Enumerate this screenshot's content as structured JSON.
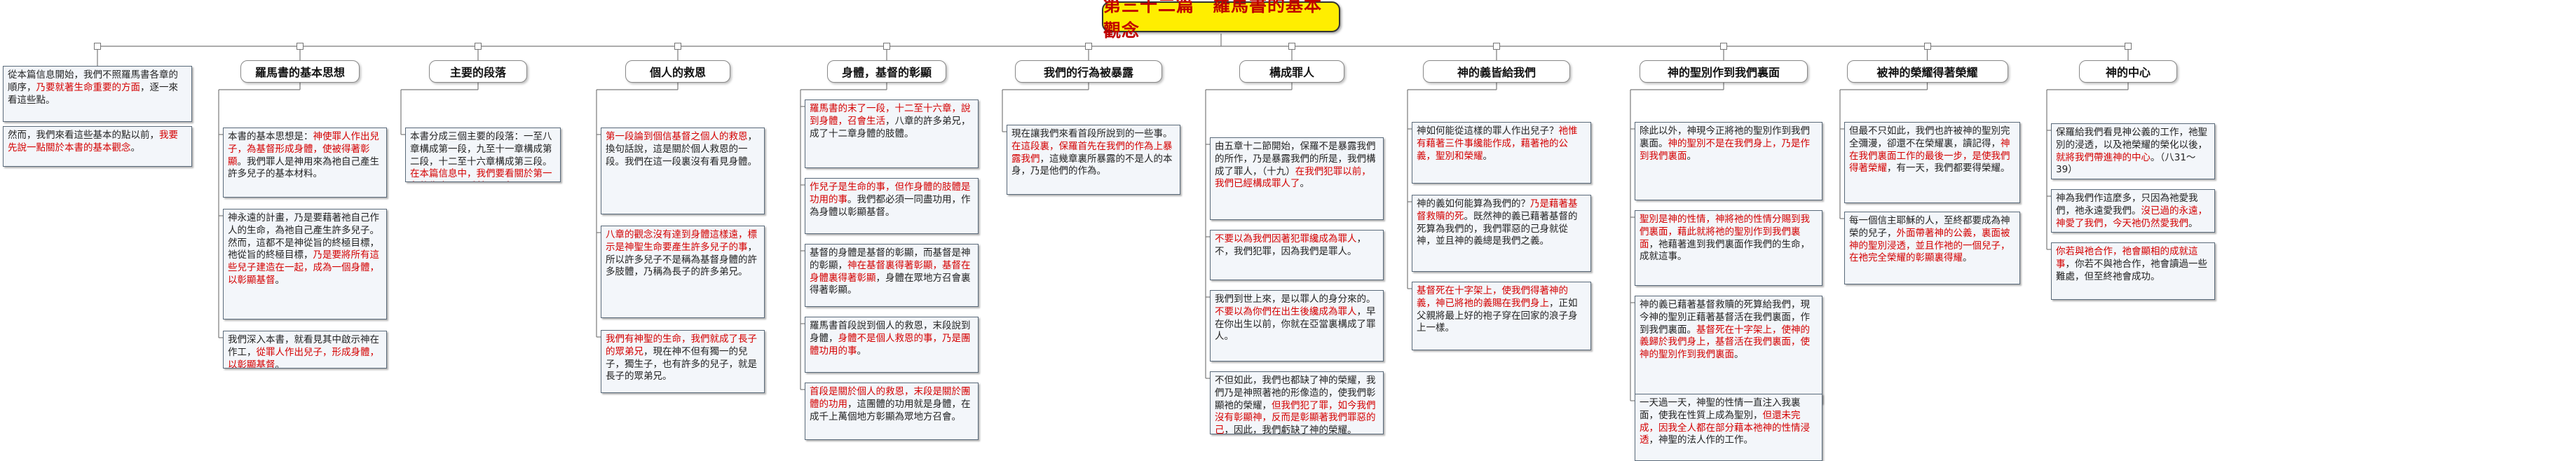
{
  "title": "第三十二篇　羅馬書的基本觀念",
  "columns": [
    {
      "header": "",
      "boxes": [
        {
          "parts": [
            {
              "t": "從本篇信息開始，我們不照羅馬書各章的順序，"
            },
            {
              "t": "乃要就著生命重要的方面",
              "h": true
            },
            {
              "t": "，逐一來看這些點。"
            }
          ]
        },
        {
          "parts": [
            {
              "t": "然而，我們來看這些基本的點以前，"
            },
            {
              "t": "我要先說一點關於本書的基本觀念",
              "h": true
            },
            {
              "t": "。"
            }
          ]
        }
      ]
    },
    {
      "header": "羅馬書的基本思想",
      "boxes": [
        {
          "parts": [
            {
              "t": "本書的基本思想是："
            },
            {
              "t": "神使罪人作出兒子，為基督形成身體，使被得著彰顯",
              "h": true
            },
            {
              "t": "。我們罪人是神用來為祂自己產生許多兒子的基本材料。"
            }
          ]
        },
        {
          "parts": [
            {
              "t": "神永遠的計畫，乃是要藉著祂自己作人的生命，為祂自己產生許多兒子。然而，這都不是神從旨的終極目標，祂從旨的終極目標，"
            },
            {
              "t": "乃是要將所有這些兒子建造在一起，成為一個身體，以彰顯基督",
              "h": true
            },
            {
              "t": "。"
            }
          ]
        },
        {
          "parts": [
            {
              "t": "我們深入本書，就看見其中啟示神在作工，"
            },
            {
              "t": "從罪人作出兒子，形成身體，以彰顯基督",
              "h": true
            },
            {
              "t": "。"
            }
          ]
        }
      ]
    },
    {
      "header": "主要的段落",
      "boxes": [
        {
          "parts": [
            {
              "t": "本書分成三個主要的段落：一至八章構成第一段，九至十一章構成第二段，十二至十六章構成第三段。"
            },
            {
              "t": "在本篇信息中，我們要看關於第一段的生命，只看首尾二段",
              "h": true
            },
            {
              "t": "。"
            }
          ]
        }
      ]
    },
    {
      "header": "個人的救恩",
      "boxes": [
        {
          "parts": [
            {
              "t": "第一段論到個信基督之個人的救恩",
              "h": true
            },
            {
              "t": "，換句話說，這是關於個人救恩的一段。我們在這一段裏沒有看見身體。"
            }
          ]
        },
        {
          "parts": [
            {
              "t": "八章的觀念沒有達到身體這樣遠，標示是神聖生命要產生許多兒子的事",
              "h": true
            },
            {
              "t": "，所以許多兒子不是稱為基督身體的許多肢體，乃稱為長子的許多弟兄。"
            }
          ]
        },
        {
          "parts": [
            {
              "t": "我們有神聖的生命，我們就成了長子的眾弟兄",
              "h": true
            },
            {
              "t": "，現在神不但有獨一的兒子，獨生子，也有許多的兒子，就是長子的眾弟兄。"
            }
          ]
        }
      ]
    },
    {
      "header": "身體，基督的彰顯",
      "boxes": [
        {
          "parts": [
            {
              "t": "羅馬書的末了一段，十二至十六章，說到身體，召會生活",
              "h": true
            },
            {
              "t": "，八章的許多弟兄，成了十二章身體的肢體。"
            }
          ]
        },
        {
          "parts": [
            {
              "t": "作兒子是生命的事，但作身體的肢體是功用的事",
              "h": true
            },
            {
              "t": "。我們都必須一同盡功用，作為身體以彰顯基督。"
            }
          ]
        },
        {
          "parts": [
            {
              "t": "基督的身體是基督的彰顯，而基督是神的彰顯，"
            },
            {
              "t": "神在基督裏得著彰顯，基督在身體裏得著彰顯",
              "h": true
            },
            {
              "t": "，身體在眾地方召會裏得著彰顯。"
            }
          ]
        },
        {
          "parts": [
            {
              "t": "羅馬書首段說到個人的救恩，末段說到身體，"
            },
            {
              "t": "身體不是個人救恩的事，乃是團體功用的事",
              "h": true
            },
            {
              "t": "。"
            }
          ]
        },
        {
          "parts": [
            {
              "t": "首段是關於個人的救恩，末段是關於團體的功用",
              "h": true
            },
            {
              "t": "，這團體的功用就是身體，在成千上萬個地方彰顯為眾地方召會。"
            }
          ]
        }
      ]
    },
    {
      "header": "我們的行為被暴露",
      "boxes": [
        {
          "parts": [
            {
              "t": "現在讓我們來看首段所說到的一些事。"
            },
            {
              "t": "在這段裏，保羅首先在我們的作為上暴露我們",
              "h": true
            },
            {
              "t": "，這幾章裏所暴露的不是人的本身，乃是他們的作為。"
            }
          ]
        }
      ]
    },
    {
      "header": "構成罪人",
      "boxes": [
        {
          "parts": [
            {
              "t": "由五章十二節開始，保羅不是暴露我們的所作，乃是暴露我們的所是，我們構成了罪人，（十九）"
            },
            {
              "t": "在我們犯罪以前，我們已經構成罪人了",
              "h": true
            },
            {
              "t": "。"
            }
          ]
        },
        {
          "parts": [
            {
              "t": "不要以為我們因著犯罪纔成為罪人",
              "h": true
            },
            {
              "t": "，不，我們犯罪，因為我們是罪人。"
            }
          ]
        },
        {
          "parts": [
            {
              "t": "我們到世上來，是以罪人的身分來的。"
            },
            {
              "t": "不要以為你們在出生後纔成為罪人",
              "h": true
            },
            {
              "t": "，早在你出生以前，你就在亞當裏構成了罪人。"
            }
          ]
        },
        {
          "parts": [
            {
              "t": "不但如此，我們也都缺了神的榮耀，我們乃是神照著祂的形像造的，使我們彰顯祂的榮耀，"
            },
            {
              "t": "但我們犯了罪，如今我們沒有彰顯神，反而是彰顯著我們罪惡的己",
              "h": true
            },
            {
              "t": "，因此，我們虧缺了神的榮耀。"
            }
          ]
        }
      ]
    },
    {
      "header": "神的義皆給我們",
      "boxes": [
        {
          "parts": [
            {
              "t": "神如何能從這樣的罪人作出兒子？"
            },
            {
              "t": "祂惟有藉著三件事纔能作成，藉著祂的公義，聖別和榮耀",
              "h": true
            },
            {
              "t": "。"
            }
          ]
        },
        {
          "parts": [
            {
              "t": "神的義如何能算為我們的？"
            },
            {
              "t": "乃是藉著基督救贖的死",
              "h": true
            },
            {
              "t": "。既然神的義已藉著基督的死算為我們的，我們罪惡的己身就從神，並且神的義總是我們之義。"
            }
          ]
        },
        {
          "parts": [
            {
              "t": "基督死在十字架上，使我們得著神的義，神已將祂的義賜在我們身上",
              "h": true
            },
            {
              "t": "，正如父親將最上好的袍子穿在回家的浪子身上一樣。"
            }
          ]
        }
      ]
    },
    {
      "header": "神的聖別作到我們裏面",
      "boxes": [
        {
          "parts": [
            {
              "t": "除此以外，神現今正將祂的聖別作到我們裏面。"
            },
            {
              "t": "神的聖別不是在我們身上，乃是作到我們裏面",
              "h": true
            },
            {
              "t": "。"
            }
          ]
        },
        {
          "parts": [
            {
              "t": "聖別是神的性情，神將祂的性情分賜到我們裏面，藉此就將祂的聖別作到我們裏面",
              "h": true
            },
            {
              "t": "，祂藉著進到我們裏面作我們的生命，成就這事。"
            }
          ]
        },
        {
          "parts": [
            {
              "t": "神的義已藉著基督救贖的死算給我們，現今神的聖別正藉著基督活在我們裏面，作到我們裏面。"
            },
            {
              "t": "基督死在十字架上，使神的義歸於我們身上，基督活在我們裏面，使神的聖別作到我們裏面",
              "h": true
            },
            {
              "t": "。"
            }
          ]
        },
        {
          "parts": [
            {
              "t": "一天過一天，神聖的性情一直注入我裏面，使我在性質上成為聖別，"
            },
            {
              "t": "但還未完成，因我全人都在部分藉本祂神的性情浸透",
              "h": true
            },
            {
              "t": "，神聖的法人作的工作。"
            }
          ]
        }
      ]
    },
    {
      "header": "被神的榮耀得著榮耀",
      "boxes": [
        {
          "parts": [
            {
              "t": "但最不只如此，我們也許被神的聖別完全彌漫，卻還不在榮耀裏，讀記得，"
            },
            {
              "t": "神在我們裏面工作的最後一步，是使我們得著榮耀",
              "h": true
            },
            {
              "t": "，有一天，我們都要得榮耀。"
            }
          ]
        },
        {
          "parts": [
            {
              "t": "每一個信主耶穌的人，至終都要成為神榮的兒子，"
            },
            {
              "t": "外面帶著神的公義，裏面被神的聖別浸透，並且作祂的一個兒子，在祂完全榮耀的彰顯裏得耀",
              "h": true
            },
            {
              "t": "。"
            }
          ]
        }
      ]
    },
    {
      "header": "神的中心",
      "boxes": [
        {
          "parts": [
            {
              "t": "保羅給我們看見神公義的工作，祂聖別的浸透，以及祂榮耀的榮化以後，"
            },
            {
              "t": "就將我們帶進神的中心",
              "h": true
            },
            {
              "t": "。（八31～39）"
            }
          ]
        },
        {
          "parts": [
            {
              "t": "神為我們作這麼多，只因為祂愛我們，祂永遠愛我們。"
            },
            {
              "t": "沒已過的永遠，神愛了我們，今天祂仍然愛我們",
              "h": true
            },
            {
              "t": "。"
            }
          ]
        },
        {
          "parts": [
            {
              "t": "你若與祂合作，祂會顯相的成就這事",
              "h": true
            },
            {
              "t": "，你若不與祂合作，祂會讀過一些難處，但至終祂會成功。"
            }
          ]
        }
      ]
    }
  ]
}
